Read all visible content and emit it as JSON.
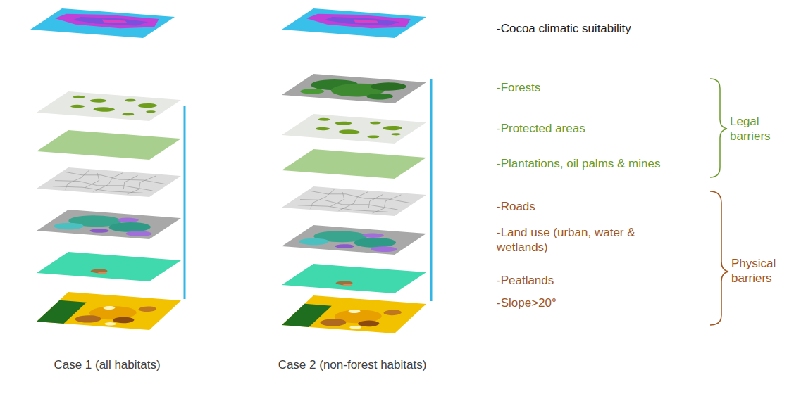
{
  "diagram": {
    "labels": [
      "-Cocoa climatic suitability",
      "-Forests",
      "-Protected areas",
      "-Plantations, oil palms & mines",
      "-Roads",
      "-Land use (urban, water & wetlands)",
      "-Peatlands",
      "-Slope>20°",
      "Legal barriers",
      "Physical barriers",
      "Case 1 (all habitats)",
      "Case 2 (non-forest habitats)"
    ]
  }
}
